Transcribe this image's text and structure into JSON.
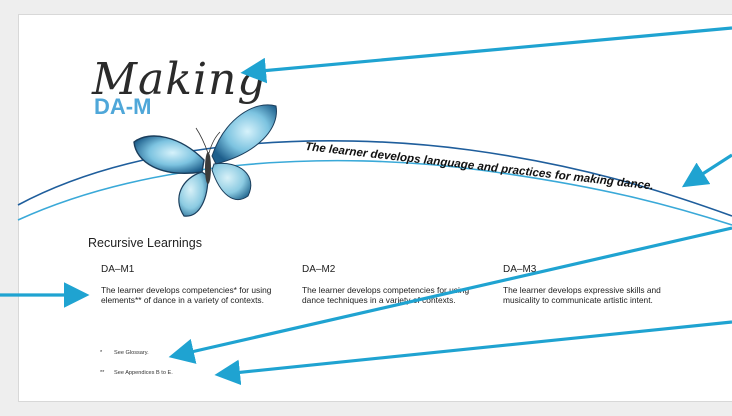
{
  "title": {
    "making": "Making",
    "code": "DA-M"
  },
  "big_idea": "The learner develops language and practices for making dance.",
  "section_heading": "Recursive Learnings",
  "outcomes": [
    {
      "id": "DA–M1",
      "text": "The learner develops competencies* for using elements** of dance in a variety of contexts."
    },
    {
      "id": "DA–M2",
      "text": "The learner develops competencies for using dance techniques in a variety of contexts."
    },
    {
      "id": "DA–M3",
      "text": "The learner develops expressive skills and musicality to communicate artistic intent."
    }
  ],
  "footnotes": [
    {
      "mark": "*",
      "text": "See Glossary."
    },
    {
      "mark": "**",
      "text": "See Appendices B to E."
    }
  ],
  "colors": {
    "arrow": "#1fa3d1",
    "curve_dark": "#1f5e9c",
    "curve_light": "#3aa9d8",
    "code_text": "#4fa7d9"
  },
  "icons": [
    "butterfly-illustration",
    "callout-arrow"
  ]
}
